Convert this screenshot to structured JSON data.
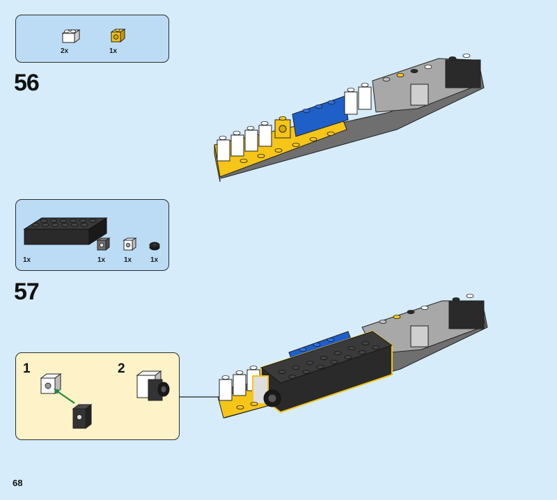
{
  "page": {
    "number": "68"
  },
  "steps": [
    {
      "number": "56",
      "parts": [
        {
          "name": "white-brick-icon",
          "qty": "2x"
        },
        {
          "name": "yellow-brick-icon",
          "qty": "1x"
        }
      ]
    },
    {
      "number": "57",
      "parts": [
        {
          "name": "black-long-brick-icon",
          "qty": "1x"
        },
        {
          "name": "dark-gray-brick-icon",
          "qty": "1x"
        },
        {
          "name": "white-gray-brick-icon",
          "qty": "1x"
        },
        {
          "name": "black-round-plate-icon",
          "qty": "1x"
        }
      ],
      "callout": {
        "substeps": [
          "1",
          "2"
        ]
      }
    }
  ],
  "colors": {
    "background": "#d6ecfa",
    "parts_box": "#bcdcf5",
    "callout": "#fdf2c8",
    "yellow": "#f5c518",
    "blue": "#1f5fc8",
    "black": "#2a2a2a",
    "gray": "#8a8a8a",
    "white": "#ffffff"
  }
}
